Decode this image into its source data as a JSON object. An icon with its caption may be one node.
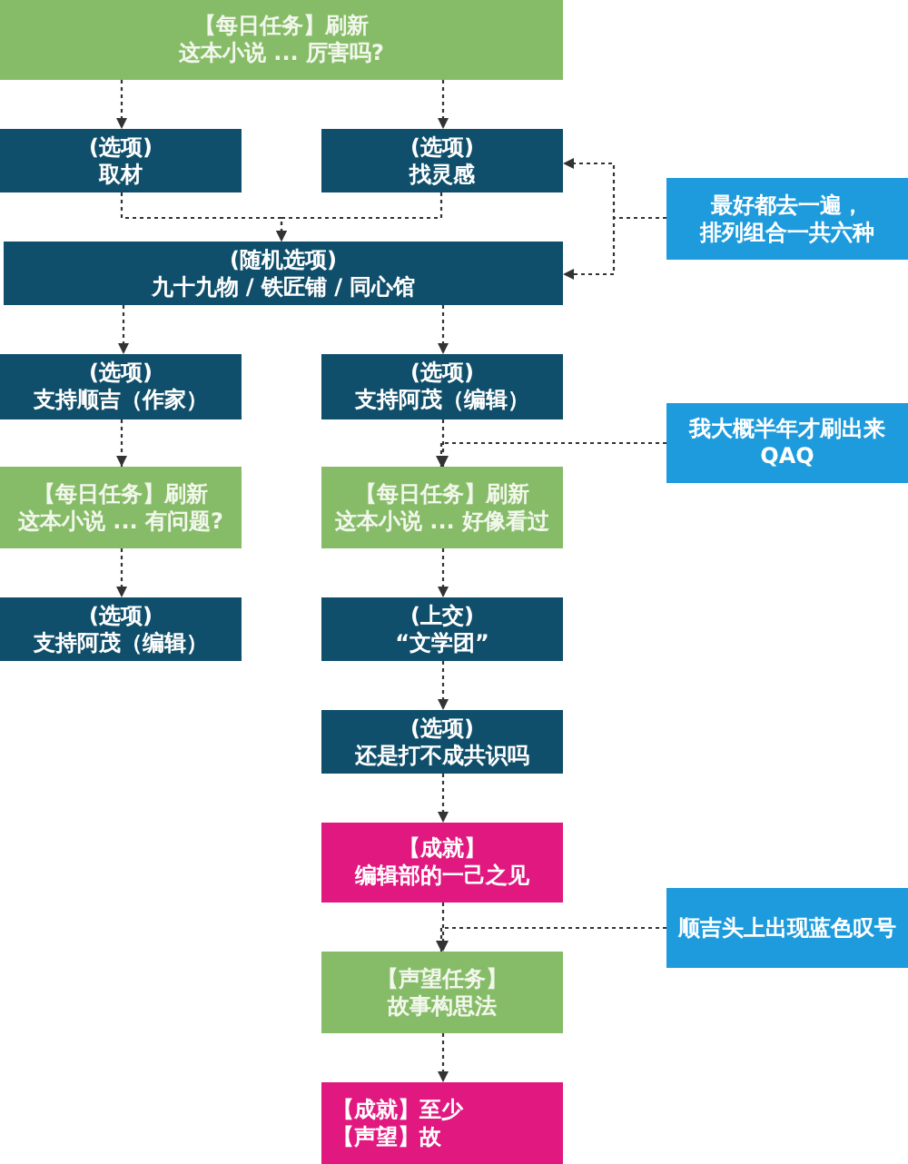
{
  "diagram": {
    "nodes": [
      {
        "text": [
          "【每日任务】刷新",
          "这本小说 ... 厉害吗?"
        ]
      },
      {
        "text": [
          "(选项)",
          "取材"
        ]
      },
      {
        "text": [
          "(选项)",
          "找灵感"
        ]
      },
      {
        "text": [
          "最好都去一遍，排列组合一共六种"
        ]
      },
      {
        "text": [
          "(随机选项)",
          "九十九物 / 铁匠铺 / 同心馆"
        ]
      },
      {
        "text": [
          "(选项)",
          "支持顺吉（作家）"
        ]
      },
      {
        "text": [
          "(选项)",
          "支持阿茂（编辑）"
        ]
      },
      {
        "text": [
          "我大概半年才刷出来QAQ"
        ]
      },
      {
        "text": [
          "【每日任务】刷新",
          "这本小说 ... 有问题?"
        ]
      },
      {
        "text": [
          "【每日任务】刷新",
          "这本小说 ... 好像看过"
        ]
      },
      {
        "text": [
          "(选项)",
          "支持阿茂（编辑）"
        ]
      },
      {
        "text": [
          "(上交)",
          "“文学团”"
        ]
      },
      {
        "text": [
          "(选项)",
          "还是打不成共识吗"
        ]
      },
      {
        "text": [
          "【成就】",
          "编辑部的一己之见"
        ]
      },
      {
        "text": [
          "顺吉头上出现蓝色叹号"
        ]
      },
      {
        "text": [
          "【声望任务】",
          "故事构思法"
        ]
      },
      {
        "text": [
          "【成就】至少",
          "【声望】故"
        ]
      }
    ],
    "edges": [
      {
        "from": 0,
        "to": 1,
        "arrow": "to"
      },
      {
        "from": 0,
        "to": 2,
        "arrow": "to"
      },
      {
        "from": 1,
        "to": 4,
        "arrow": "to"
      },
      {
        "from": 2,
        "to": 4,
        "arrow": "to"
      },
      {
        "from": 3,
        "to": 2,
        "arrow": "to"
      },
      {
        "from": 3,
        "to": 4,
        "arrow": "to"
      },
      {
        "from": 4,
        "to": 5,
        "arrow": "to"
      },
      {
        "from": 4,
        "to": 6,
        "arrow": "to"
      },
      {
        "from": 5,
        "to": 8,
        "arrow": "to"
      },
      {
        "from": 6,
        "to": 9,
        "arrow": "to"
      },
      {
        "from": 7,
        "to": 9,
        "arrow": "to"
      },
      {
        "from": 8,
        "to": 10,
        "arrow": "to"
      },
      {
        "from": 9,
        "to": 11,
        "arrow": "to"
      },
      {
        "from": 11,
        "to": 12,
        "arrow": "to"
      },
      {
        "from": 12,
        "to": 13,
        "arrow": "to"
      },
      {
        "from": 13,
        "to": 15,
        "arrow": "to"
      },
      {
        "from": 14,
        "to": 15,
        "arrow": "to"
      },
      {
        "from": 15,
        "to": 16,
        "arrow": "to"
      }
    ]
  }
}
